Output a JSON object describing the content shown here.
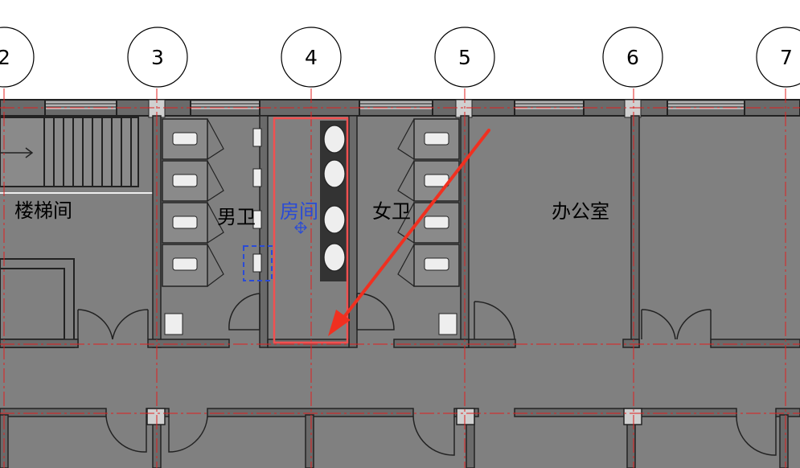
{
  "grid_axes": [
    {
      "label": "2"
    },
    {
      "label": "3"
    },
    {
      "label": "4"
    },
    {
      "label": "5"
    },
    {
      "label": "6"
    },
    {
      "label": "7"
    }
  ],
  "rooms": {
    "stair": "楼梯间",
    "mens": "男卫",
    "room": "房间",
    "womens": "女卫",
    "office": "办公室"
  },
  "colors": {
    "floor": "#808080",
    "wall": "#555555",
    "grid_line": "#e02020",
    "selection": "#f05050",
    "arrow": "#f03020",
    "selected_text": "#2a4bd6"
  }
}
